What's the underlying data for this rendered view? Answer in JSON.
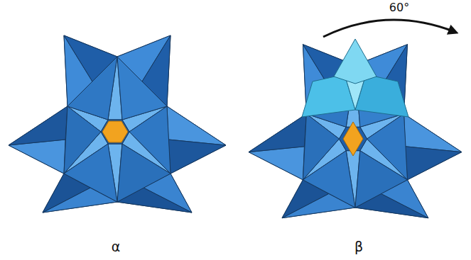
{
  "diagram": {
    "labels": [
      "60°",
      "α",
      "β"
    ]
  }
}
